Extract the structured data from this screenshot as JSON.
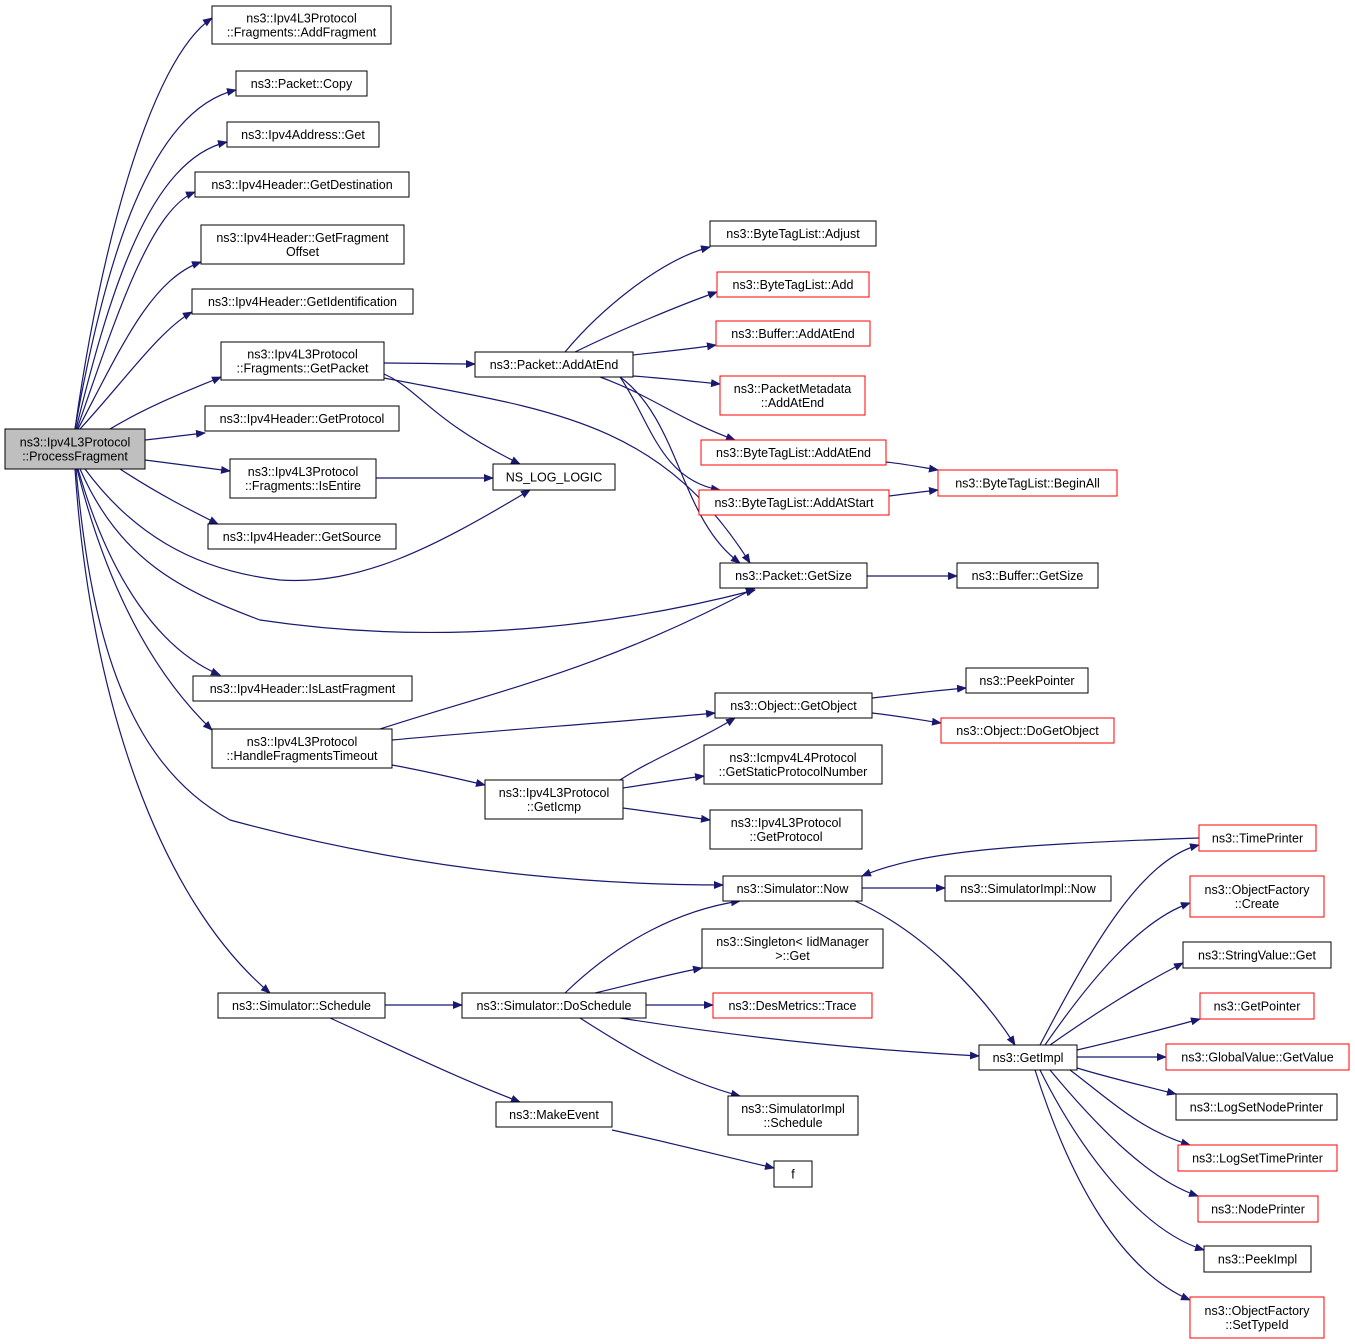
{
  "graph": {
    "title": "",
    "colors": {
      "edge": "#191970",
      "root_fill": "#bfbfbf",
      "node_border": "#000000",
      "undocumented_border": "#ff0000"
    },
    "nodes": [
      {
        "id": "root",
        "lines": [
          "ns3::Ipv4L3Protocol",
          "::ProcessFragment"
        ],
        "style": "root"
      },
      {
        "id": "addfrag",
        "lines": [
          "ns3::Ipv4L3Protocol",
          "::Fragments::AddFragment"
        ],
        "style": "normal"
      },
      {
        "id": "pcopy",
        "lines": [
          "ns3::Packet::Copy"
        ],
        "style": "normal"
      },
      {
        "id": "addrget",
        "lines": [
          "ns3::Ipv4Address::Get"
        ],
        "style": "normal"
      },
      {
        "id": "getdest",
        "lines": [
          "ns3::Ipv4Header::GetDestination"
        ],
        "style": "normal"
      },
      {
        "id": "getfragoff",
        "lines": [
          "ns3::Ipv4Header::GetFragment",
          "Offset"
        ],
        "style": "normal"
      },
      {
        "id": "getident",
        "lines": [
          "ns3::Ipv4Header::GetIdentification"
        ],
        "style": "normal"
      },
      {
        "id": "getpacket",
        "lines": [
          "ns3::Ipv4L3Protocol",
          "::Fragments::GetPacket"
        ],
        "style": "normal"
      },
      {
        "id": "getproto",
        "lines": [
          "ns3::Ipv4Header::GetProtocol"
        ],
        "style": "normal"
      },
      {
        "id": "isentire",
        "lines": [
          "ns3::Ipv4L3Protocol",
          "::Fragments::IsEntire"
        ],
        "style": "normal"
      },
      {
        "id": "getsource",
        "lines": [
          "ns3::Ipv4Header::GetSource"
        ],
        "style": "normal"
      },
      {
        "id": "islast",
        "lines": [
          "ns3::Ipv4Header::IsLastFragment"
        ],
        "style": "normal"
      },
      {
        "id": "hft",
        "lines": [
          "ns3::Ipv4L3Protocol",
          "::HandleFragmentsTimeout"
        ],
        "style": "normal"
      },
      {
        "id": "schedule",
        "lines": [
          "ns3::Simulator::Schedule"
        ],
        "style": "normal"
      },
      {
        "id": "addatend",
        "lines": [
          "ns3::Packet::AddAtEnd"
        ],
        "style": "normal"
      },
      {
        "id": "nslog",
        "lines": [
          "NS_LOG_LOGIC"
        ],
        "style": "normal"
      },
      {
        "id": "psize",
        "lines": [
          "ns3::Packet::GetSize"
        ],
        "style": "normal"
      },
      {
        "id": "getobject",
        "lines": [
          "ns3::Object::GetObject"
        ],
        "style": "normal"
      },
      {
        "id": "geticmp",
        "lines": [
          "ns3::Ipv4L3Protocol",
          "::GetIcmp"
        ],
        "style": "normal"
      },
      {
        "id": "simnow",
        "lines": [
          "ns3::Simulator::Now"
        ],
        "style": "normal"
      },
      {
        "id": "dosched",
        "lines": [
          "ns3::Simulator::DoSchedule"
        ],
        "style": "normal"
      },
      {
        "id": "makeevent",
        "lines": [
          "ns3::MakeEvent"
        ],
        "style": "normal"
      },
      {
        "id": "btladjust",
        "lines": [
          "ns3::ByteTagList::Adjust"
        ],
        "style": "normal"
      },
      {
        "id": "btladd",
        "lines": [
          "ns3::ByteTagList::Add"
        ],
        "style": "red"
      },
      {
        "id": "bufaddatend",
        "lines": [
          "ns3::Buffer::AddAtEnd"
        ],
        "style": "red"
      },
      {
        "id": "pmaddatend",
        "lines": [
          "ns3::PacketMetadata",
          "::AddAtEnd"
        ],
        "style": "red"
      },
      {
        "id": "btladdatend",
        "lines": [
          "ns3::ByteTagList::AddAtEnd"
        ],
        "style": "red"
      },
      {
        "id": "btladdatstart",
        "lines": [
          "ns3::ByteTagList::AddAtStart"
        ],
        "style": "red"
      },
      {
        "id": "btlbeginall",
        "lines": [
          "ns3::ByteTagList::BeginAll"
        ],
        "style": "red"
      },
      {
        "id": "bufgetsize",
        "lines": [
          "ns3::Buffer::GetSize"
        ],
        "style": "normal"
      },
      {
        "id": "peekptr",
        "lines": [
          "ns3::PeekPointer"
        ],
        "style": "normal"
      },
      {
        "id": "dogetobj",
        "lines": [
          "ns3::Object::DoGetObject"
        ],
        "style": "red"
      },
      {
        "id": "icmpstatic",
        "lines": [
          "ns3::Icmpv4L4Protocol",
          "::GetStaticProtocolNumber"
        ],
        "style": "normal"
      },
      {
        "id": "l3getproto",
        "lines": [
          "ns3::Ipv4L3Protocol",
          "::GetProtocol"
        ],
        "style": "normal"
      },
      {
        "id": "simimplnow",
        "lines": [
          "ns3::SimulatorImpl::Now"
        ],
        "style": "normal"
      },
      {
        "id": "singleton",
        "lines": [
          "ns3::Singleton< IidManager",
          ">::Get"
        ],
        "style": "normal"
      },
      {
        "id": "desmetrics",
        "lines": [
          "ns3::DesMetrics::Trace"
        ],
        "style": "red"
      },
      {
        "id": "getimpl",
        "lines": [
          "ns3::GetImpl"
        ],
        "style": "normal"
      },
      {
        "id": "simimplsched",
        "lines": [
          "ns3::SimulatorImpl",
          "::Schedule"
        ],
        "style": "normal"
      },
      {
        "id": "f",
        "lines": [
          "f"
        ],
        "style": "normal"
      },
      {
        "id": "timeprinter",
        "lines": [
          "ns3::TimePrinter"
        ],
        "style": "red"
      },
      {
        "id": "ofcreate",
        "lines": [
          "ns3::ObjectFactory",
          "::Create"
        ],
        "style": "red"
      },
      {
        "id": "strvalget",
        "lines": [
          "ns3::StringValue::Get"
        ],
        "style": "normal"
      },
      {
        "id": "getpointer",
        "lines": [
          "ns3::GetPointer"
        ],
        "style": "red"
      },
      {
        "id": "gvgetvalue",
        "lines": [
          "ns3::GlobalValue::GetValue"
        ],
        "style": "red"
      },
      {
        "id": "logsetnode",
        "lines": [
          "ns3::LogSetNodePrinter"
        ],
        "style": "normal"
      },
      {
        "id": "logsettime",
        "lines": [
          "ns3::LogSetTimePrinter"
        ],
        "style": "red"
      },
      {
        "id": "nodeprinter",
        "lines": [
          "ns3::NodePrinter"
        ],
        "style": "red"
      },
      {
        "id": "peekimpl",
        "lines": [
          "ns3::PeekImpl"
        ],
        "style": "normal"
      },
      {
        "id": "ofsettypeid",
        "lines": [
          "ns3::ObjectFactory",
          "::SetTypeId"
        ],
        "style": "red"
      }
    ],
    "edges": [
      [
        "root",
        "addfrag"
      ],
      [
        "root",
        "pcopy"
      ],
      [
        "root",
        "addrget"
      ],
      [
        "root",
        "getdest"
      ],
      [
        "root",
        "getfragoff"
      ],
      [
        "root",
        "getident"
      ],
      [
        "root",
        "getpacket"
      ],
      [
        "root",
        "getproto"
      ],
      [
        "root",
        "isentire"
      ],
      [
        "root",
        "getsource"
      ],
      [
        "root",
        "nslog"
      ],
      [
        "root",
        "psize"
      ],
      [
        "root",
        "islast"
      ],
      [
        "root",
        "hft"
      ],
      [
        "root",
        "simnow"
      ],
      [
        "root",
        "schedule"
      ],
      [
        "getpacket",
        "addatend"
      ],
      [
        "getpacket",
        "nslog"
      ],
      [
        "getpacket",
        "psize"
      ],
      [
        "isentire",
        "nslog"
      ],
      [
        "addatend",
        "btladjust"
      ],
      [
        "addatend",
        "btladd"
      ],
      [
        "addatend",
        "bufaddatend"
      ],
      [
        "addatend",
        "pmaddatend"
      ],
      [
        "addatend",
        "btladdatend"
      ],
      [
        "addatend",
        "btladdatstart"
      ],
      [
        "addatend",
        "psize"
      ],
      [
        "btladdatend",
        "btlbeginall"
      ],
      [
        "btladdatstart",
        "btlbeginall"
      ],
      [
        "psize",
        "bufgetsize"
      ],
      [
        "hft",
        "psize"
      ],
      [
        "hft",
        "getobject"
      ],
      [
        "hft",
        "geticmp"
      ],
      [
        "getobject",
        "peekptr"
      ],
      [
        "getobject",
        "dogetobj"
      ],
      [
        "geticmp",
        "getobject"
      ],
      [
        "geticmp",
        "icmpstatic"
      ],
      [
        "geticmp",
        "l3getproto"
      ],
      [
        "simnow",
        "simimplnow"
      ],
      [
        "simnow",
        "getimpl"
      ],
      [
        "schedule",
        "dosched"
      ],
      [
        "schedule",
        "makeevent"
      ],
      [
        "dosched",
        "simnow"
      ],
      [
        "dosched",
        "singleton"
      ],
      [
        "dosched",
        "desmetrics"
      ],
      [
        "dosched",
        "getimpl"
      ],
      [
        "dosched",
        "simimplsched"
      ],
      [
        "makeevent",
        "f"
      ],
      [
        "getimpl",
        "timeprinter"
      ],
      [
        "getimpl",
        "ofcreate"
      ],
      [
        "getimpl",
        "strvalget"
      ],
      [
        "getimpl",
        "getpointer"
      ],
      [
        "getimpl",
        "gvgetvalue"
      ],
      [
        "getimpl",
        "logsetnode"
      ],
      [
        "getimpl",
        "logsettime"
      ],
      [
        "getimpl",
        "nodeprinter"
      ],
      [
        "getimpl",
        "peekimpl"
      ],
      [
        "getimpl",
        "ofsettypeid"
      ],
      [
        "timeprinter",
        "simnow"
      ]
    ]
  }
}
